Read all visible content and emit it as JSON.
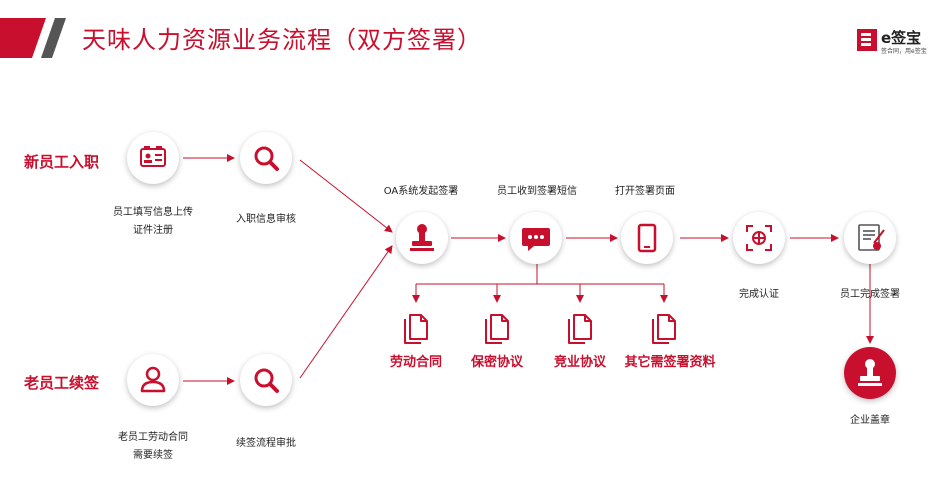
{
  "header": {
    "title": "天味人力资源业务流程（双方签署）",
    "brand_name": "e签宝",
    "brand_tagline": "签合同，用e签宝"
  },
  "colors": {
    "accent": "#c8102e",
    "text": "#222222"
  },
  "rows": {
    "new_employee": "新员工入职",
    "old_employee": "老员工续签"
  },
  "steps": {
    "fill_info": {
      "line1": "员工填写信息上传",
      "line2": "证件注册",
      "icon": "id-card-icon"
    },
    "entry_review": {
      "label": "入职信息审核",
      "icon": "magnifier-icon"
    },
    "contract_renew": {
      "line1": "老员工劳动合同",
      "line2": "需要续签",
      "icon": "person-icon"
    },
    "renew_approval": {
      "label": "续签流程审批",
      "icon": "magnifier-icon"
    },
    "oa_sign": {
      "label": "OA系统发起签署",
      "icon": "stamp-icon"
    },
    "receive_sms": {
      "label": "员工收到签署短信",
      "icon": "chat-icon"
    },
    "open_page": {
      "label": "打开签署页面",
      "icon": "phone-icon"
    },
    "verify": {
      "label": "完成认证",
      "icon": "face-scan-icon"
    },
    "finish_sign": {
      "label": "员工完成签署",
      "icon": "sign-document-icon"
    },
    "company_seal": {
      "label": "企业盖章",
      "icon": "stamp-icon"
    }
  },
  "documents": [
    {
      "label": "劳动合同"
    },
    {
      "label": "保密协议"
    },
    {
      "label": "竞业协议"
    },
    {
      "label": "其它需签署资料"
    }
  ]
}
